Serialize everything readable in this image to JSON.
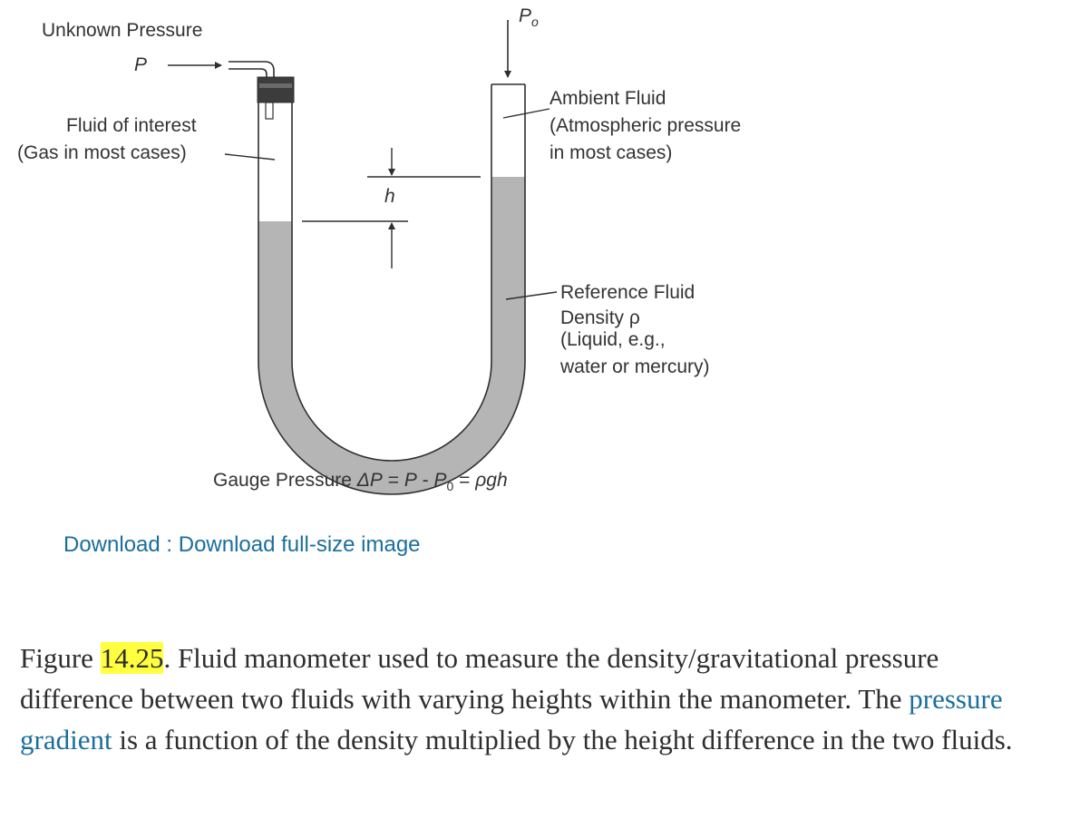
{
  "figure": {
    "unknown_pressure_label": "Unknown Pressure",
    "p_label": "P",
    "p0_label": "P",
    "p0_subscript": "o",
    "fluid_of_interest_line1": "Fluid of interest",
    "fluid_of_interest_line2": "(Gas in most cases)",
    "ambient_line1": "Ambient Fluid",
    "ambient_line2": "(Atmospheric pressure",
    "ambient_line3": "in most cases)",
    "h_label": "h",
    "reference_line1": "Reference Fluid",
    "reference_line2": "Density ρ",
    "reference_line3": "(Liquid, e.g.,",
    "reference_line4": "water or mercury)",
    "equation_prefix": "Gauge Pressure ",
    "equation_lhs": "ΔP",
    "equation_eq1": " = ",
    "equation_p": "P",
    "equation_minus": " - ",
    "equation_p0": "P",
    "equation_p0_sub": "0",
    "equation_eq2": " = ",
    "equation_rhs": "ρgh",
    "colors": {
      "tube_outline": "#2f2f2f",
      "liquid_fill": "#b5b5b5",
      "gas_fill": "#ffffff",
      "stopper": "#3c3c3c"
    }
  },
  "download": {
    "label": "Download : Download full-size image"
  },
  "caption": {
    "prefix": "Figure ",
    "figure_number": "14.25",
    "text_part1": ". Fluid manometer used to measure the density/gravitational pressure difference between two fluids with varying heights within the manometer. The ",
    "link_text": "pressure gradient",
    "text_part2": " is a function of the density multiplied by the height difference in the two fluids."
  }
}
